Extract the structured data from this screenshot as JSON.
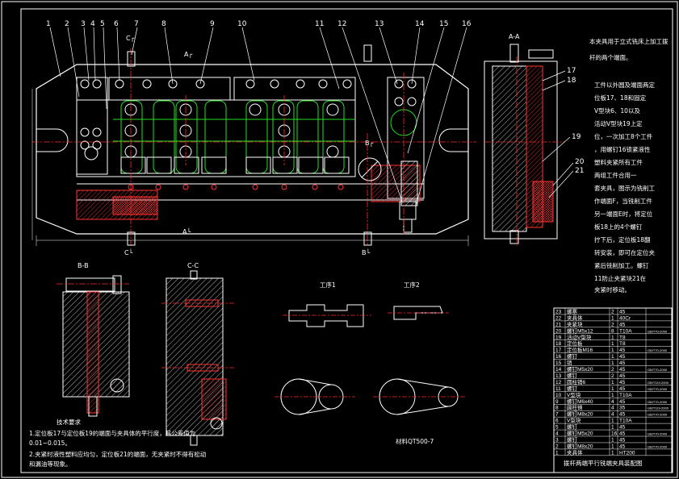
{
  "colors": {
    "bg": "#000000",
    "line": "#ffffff",
    "green": "#22dd22",
    "red": "#ff2a2a",
    "yellow": "#ffff33",
    "hatch": "#ff3333",
    "magenta": "#ff44ff"
  },
  "main_view": {
    "balloons": [
      "1",
      "2",
      "3",
      "4",
      "5",
      "6",
      "7",
      "8",
      "9",
      "10",
      "11",
      "12",
      "13",
      "14",
      "15",
      "16"
    ],
    "section_labels": {
      "c_top": "C┌",
      "a_top": "A┌",
      "b_mid": "B┌",
      "c_bot": "C└",
      "a_bot": "A└",
      "b_bot": "B└"
    }
  },
  "side_view": {
    "title": "A-A",
    "balloons": [
      "17",
      "18",
      "19",
      "20",
      "21"
    ]
  },
  "notes_right": [
    "本夹具用于立式铣床上加工拨",
    "杆的两个端面。",
    "工件以外圆及端面两定",
    "位板17、18和固定",
    "V型块6、10以及",
    "活动V型块19上定",
    "位，一次加工8个工件",
    "，用螺钉16锁紧液性",
    "塑料夹紧所有工件",
    "  两组工件合用一",
    "套夹具，图示为铣削工",
    "作端面F，当铣削工件",
    "另一端面E时，将定位",
    "板18上的4个螺钉",
    "拧下后，定位板18翻",
    "转安装，即可在定位夹",
    "紧后铣削加工。螺钉",
    "11防止夹紧块21在",
    "夹紧时移动。"
  ],
  "section_bb": {
    "title": "B-B"
  },
  "section_cc": {
    "title": "C-C"
  },
  "workpiece_labels": {
    "op1": "工序1",
    "op2": "工序2",
    "material": "材料QT500-7"
  },
  "tech_req": {
    "title": "技术要求",
    "items": [
      "1.定位板17与定位板19的端面与夹具体的平行度，其公差值为",
      "0.01~0.015。",
      "2.夹紧时液性塑料应均匀，定位板21的端面，无夹紧时不得有松动",
      "和漏油等现象。"
    ]
  },
  "bom": {
    "rows": [
      [
        "23",
        "螺塞",
        "2",
        "45",
        ""
      ],
      [
        "22",
        "夹具体",
        "1",
        "40Cr",
        ""
      ],
      [
        "21",
        "夹紧块",
        "2",
        "45",
        ""
      ],
      [
        "20",
        "螺钉M5x12",
        "8",
        "T10A",
        "GB/T70-2000"
      ],
      [
        "19",
        "活动V型块",
        "1",
        "T8",
        ""
      ],
      [
        "18",
        "定位板",
        "1",
        "T8",
        ""
      ],
      [
        "17",
        "定位板M16",
        "1",
        "45",
        "GB/T70-2000"
      ],
      [
        "16",
        "螺钉",
        "1",
        "45",
        ""
      ],
      [
        "15",
        "销",
        "1",
        "45",
        ""
      ],
      [
        "14",
        "螺钉M5x20",
        "2",
        "45",
        "GB/T70-2000"
      ],
      [
        "13",
        "螺钉",
        "2",
        "45",
        ""
      ],
      [
        "12",
        "圆柱销6",
        "1",
        "45",
        "GB/T119-2000"
      ],
      [
        "11",
        "螺钉",
        "1",
        "45",
        "GB/T70-2000"
      ],
      [
        "10",
        "V型块",
        "1",
        "T10A",
        ""
      ],
      [
        "9",
        "螺钉M6x40",
        "4",
        "45",
        "GB/T70-2000"
      ],
      [
        "8",
        "圆柱销",
        "4",
        "35",
        "GB/T119-2000"
      ],
      [
        "7",
        "螺钉M8x20",
        "4",
        "45",
        "GB/T70-2000"
      ],
      [
        "6",
        "V型块",
        "1",
        "T10A",
        ""
      ],
      [
        "5",
        "螺钉",
        "1",
        "45",
        ""
      ],
      [
        "4",
        "螺钉M5x20",
        "16",
        "45",
        "GB/T70-2000"
      ],
      [
        "3",
        "螺钉",
        "1",
        "45",
        ""
      ],
      [
        "2",
        "螺钉M8x20",
        "1",
        "45",
        "GB/T70-2000"
      ],
      [
        "1",
        "夹具体",
        "1",
        "HT200",
        ""
      ]
    ],
    "title": "拨杆两端平行铣端夹具装配图"
  }
}
